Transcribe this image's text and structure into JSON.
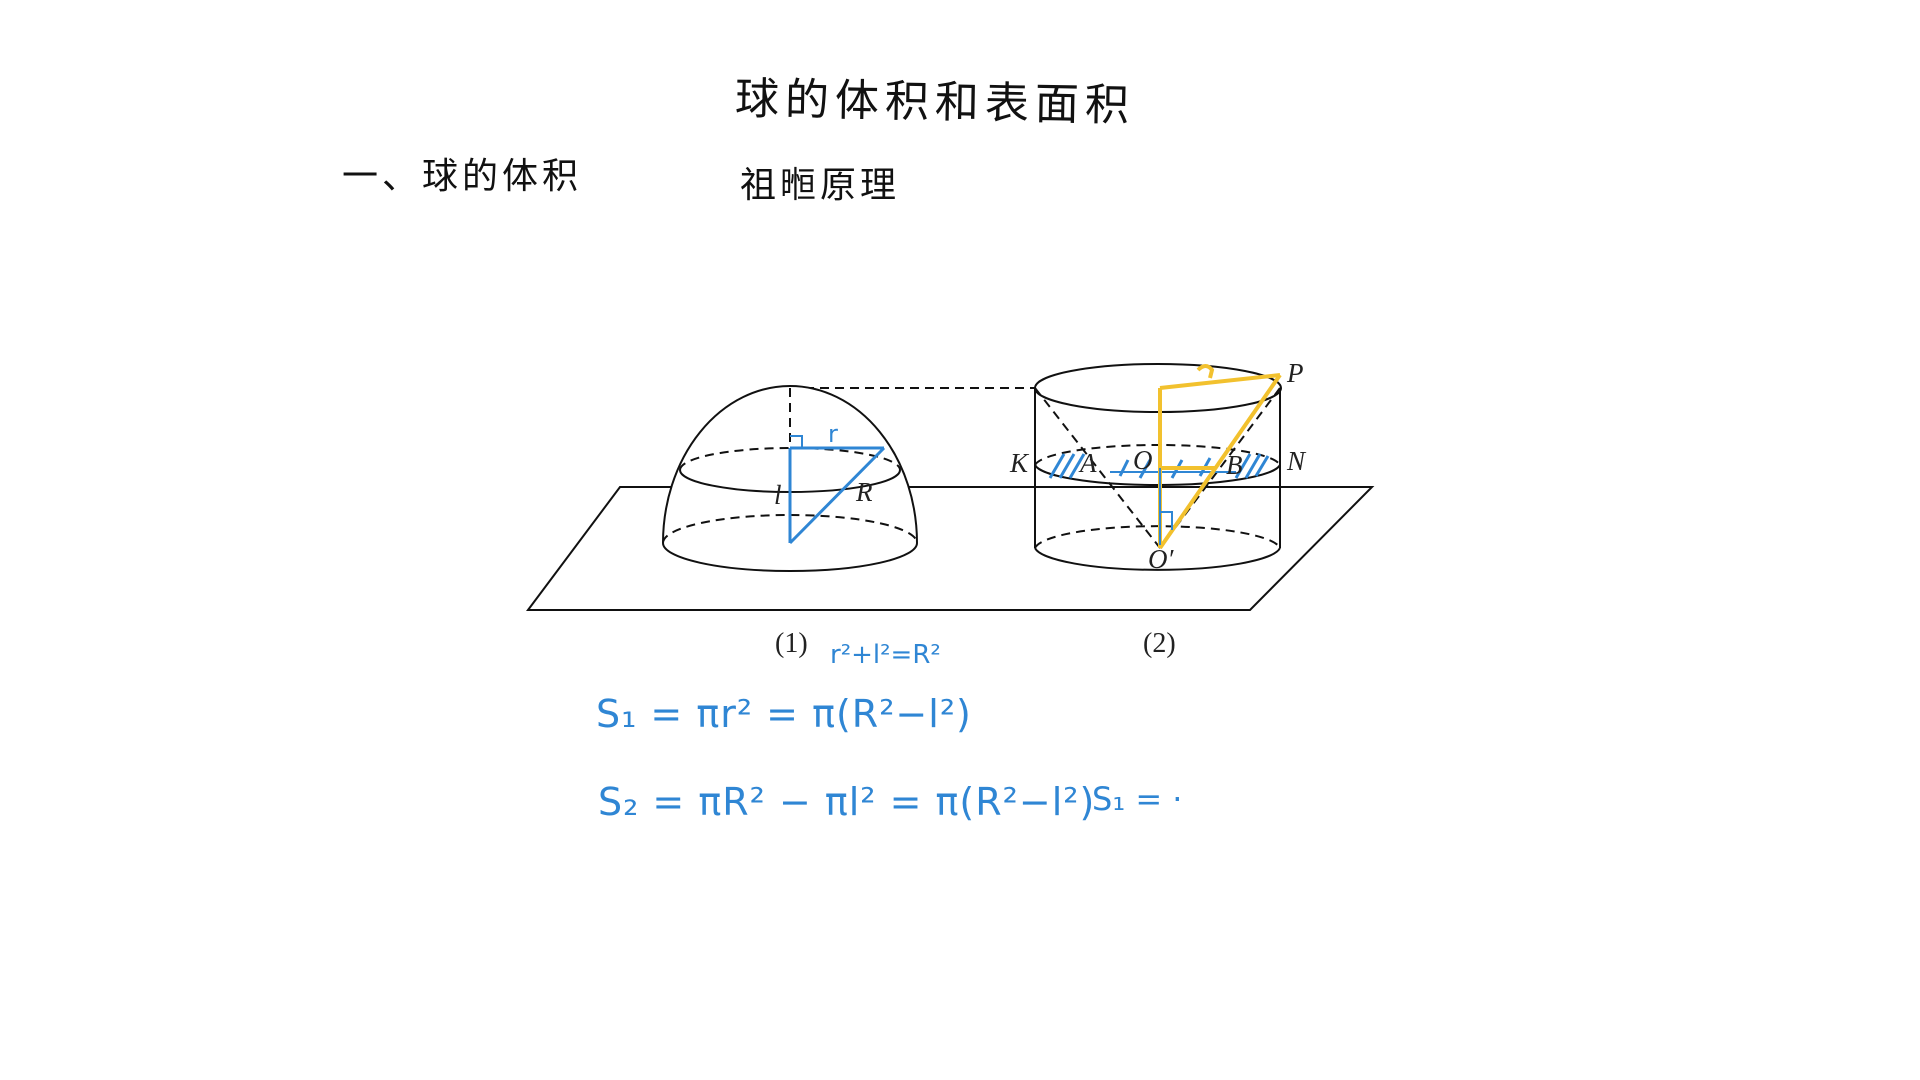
{
  "title": "球的体积和表面积",
  "section_heading": "一、球的体积",
  "principle_heading": "祖暅原理",
  "figure": {
    "caption_1": "(1)",
    "caption_2": "(2)",
    "hemisphere_labels": {
      "l": "l",
      "R": "R",
      "r": "r"
    },
    "cylinder_labels": {
      "P": "P",
      "K": "K",
      "A": "A",
      "O": "O",
      "B": "B",
      "N": "N",
      "O_prime": "O′"
    }
  },
  "annotations": {
    "pythagoras": "r²+l²=R²",
    "s1_formula": "S₁ = πr² = π(R²−l²)",
    "s2_formula": "S₂ = πR² − πl² = π(R²−l²)",
    "s_compare": "S₁ = ·"
  },
  "colors": {
    "ink": "#111111",
    "blue": "#2f86d4",
    "yellow": "#f2c12e"
  }
}
